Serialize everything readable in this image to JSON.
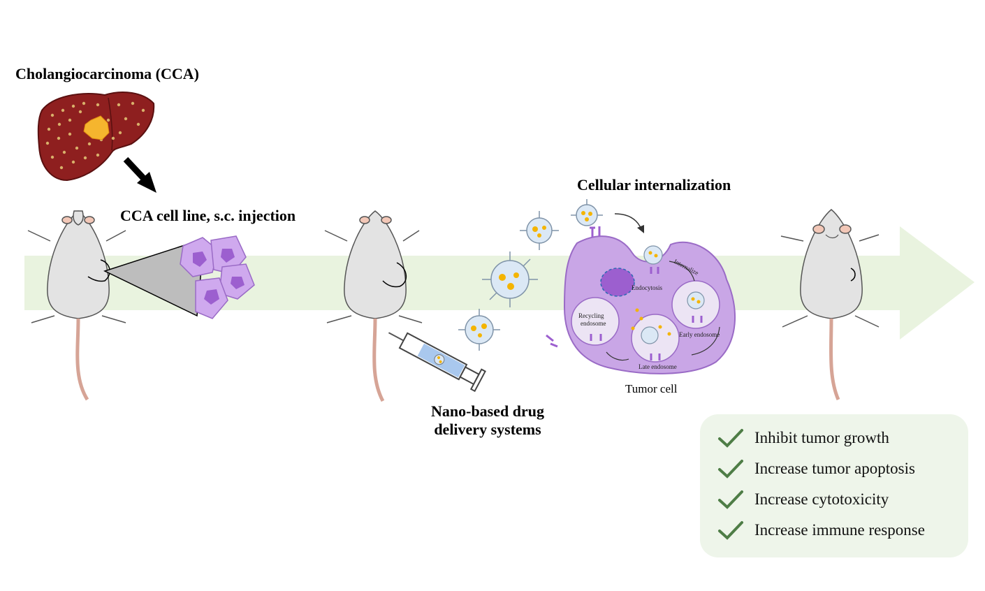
{
  "labels": {
    "cca_title": "Cholangiocarcinoma (CCA)",
    "cell_line": "CCA cell line, s.c. injection",
    "internalization": "Cellular internalization",
    "nano": "Nano-based drug delivery systems",
    "tumor_cell": "Tumor cell"
  },
  "cell_labels": {
    "endocytosis": "Endocytosis",
    "internalize": "Internalize",
    "early_endosome": "Early endosome",
    "late_endosome": "Late endosome",
    "recycling_line1": "Recycling",
    "recycling_line2": "endosome"
  },
  "effects": [
    "Inhibit tumor growth",
    "Increase tumor apoptosis",
    "Increase cytotoxicity",
    "Increase immune response"
  ],
  "colors": {
    "arrow_band": "#e9f3df",
    "liver": "#8e1f1f",
    "tumor": "#f5b52e",
    "cell": "#c9a6e6",
    "nanoparticle": "#dbe8f5",
    "drug": "#f4b400",
    "check": "#4e7d46"
  }
}
